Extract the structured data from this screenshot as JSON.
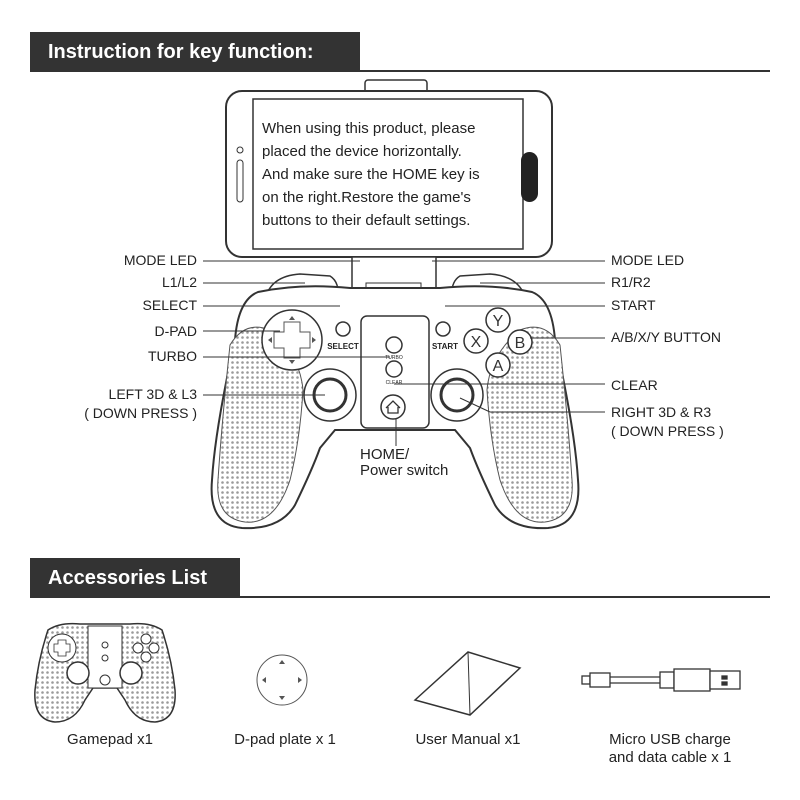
{
  "headings": {
    "key_function": "Instruction for key function:",
    "accessories": "Accessories List"
  },
  "phone": {
    "instruction_lines": [
      "When using this product, please",
      "placed the device horizontally.",
      "And make sure the HOME key is",
      "on the right.Restore the game's",
      "buttons to their default settings."
    ]
  },
  "labels_left": {
    "mode_led": "MODE LED",
    "l1l2": "L1/L2",
    "select": "SELECT",
    "dpad": "D-PAD",
    "turbo": "TURBO",
    "left3d_1": "LEFT 3D & L3",
    "left3d_2": "( DOWN PRESS )"
  },
  "labels_right": {
    "mode_led": "MODE LED",
    "r1r2": "R1/R2",
    "start": "START",
    "abxy": "A/B/X/Y BUTTON",
    "clear": "CLEAR",
    "right3d_1": "RIGHT 3D & R3",
    "right3d_2": "( DOWN PRESS )"
  },
  "labels_bottom": {
    "home_1": "HOME/",
    "home_2": "Power switch"
  },
  "controller_text": {
    "select": "SELECT",
    "start": "START",
    "turbo": "TURBO",
    "clear": "CLEAR",
    "y": "Y",
    "x": "X",
    "b": "B",
    "a": "A"
  },
  "accessories": [
    {
      "label": "Gamepad x1"
    },
    {
      "label": "D-pad plate x 1"
    },
    {
      "label": "User Manual x1"
    },
    {
      "label_1": "Micro USB charge",
      "label_2": "and data cable x 1"
    }
  ],
  "colors": {
    "banner": "#333333",
    "line": "#333333"
  }
}
